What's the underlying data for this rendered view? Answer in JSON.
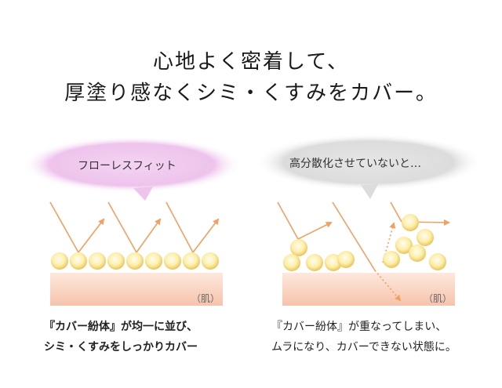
{
  "headline": {
    "line1": "心地よく密着して、",
    "line2": "厚塗り感なくシミ・くすみをカバー。"
  },
  "left_panel": {
    "bubble_label": "フローレスフィット",
    "skin_label": "（肌）",
    "caption_line1": "『カバー紛体』が均一に並び、",
    "caption_line2": "シミ・くすみをしっかりカバー"
  },
  "right_panel": {
    "bubble_label": "高分散化させていないと…",
    "skin_label": "（肌）",
    "caption_line1": "『カバー紛体』が重なってしまい、",
    "caption_line2": "ムラになり、カバーできない状態に。"
  },
  "colors": {
    "light_ray": "#f0a060",
    "particle_center": "#fffbe0",
    "particle_edge": "#e8c860",
    "skin_top": "#fce3d6",
    "skin_bottom": "#f7c6b0",
    "bubble_left": "#eec3ec",
    "bubble_right": "#dcdcdc"
  }
}
